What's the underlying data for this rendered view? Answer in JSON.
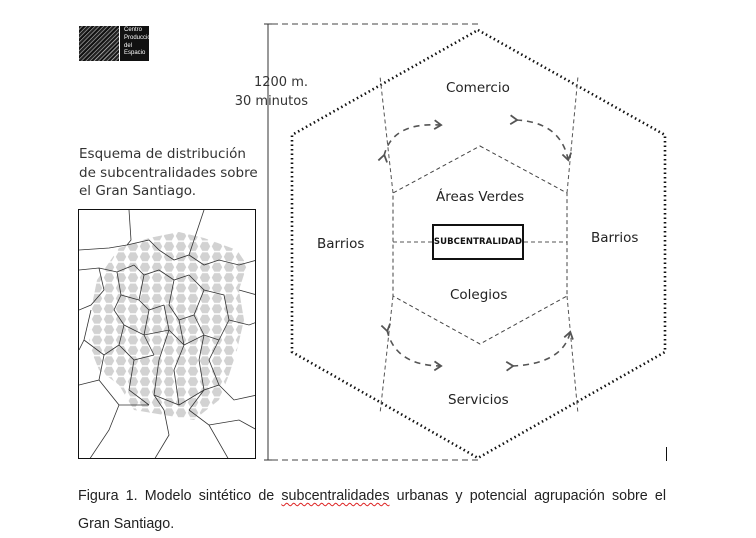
{
  "logo": {
    "lines": [
      "Centro",
      "Producción",
      "del",
      "Espacio"
    ]
  },
  "dimension": {
    "line1": "1200 m.",
    "line2": "30 minutos"
  },
  "map": {
    "title_lines": [
      "Esquema de distribución",
      "de subcentralidades sobre",
      "el Gran Santiago."
    ]
  },
  "diagram": {
    "top": "Comercio",
    "left": "Barrios",
    "right": "Barrios",
    "bottom": "Servicios",
    "inner_top": "Áreas Verdes",
    "inner_bottom": "Colegios",
    "center": "SUBCENTRALIDAD"
  },
  "caption": {
    "part1": "Figura 1. Modelo sintético de ",
    "underlined": "subcentralidades",
    "part2": " urbanas y potencial agrupación sobre el Gran Santiago."
  }
}
